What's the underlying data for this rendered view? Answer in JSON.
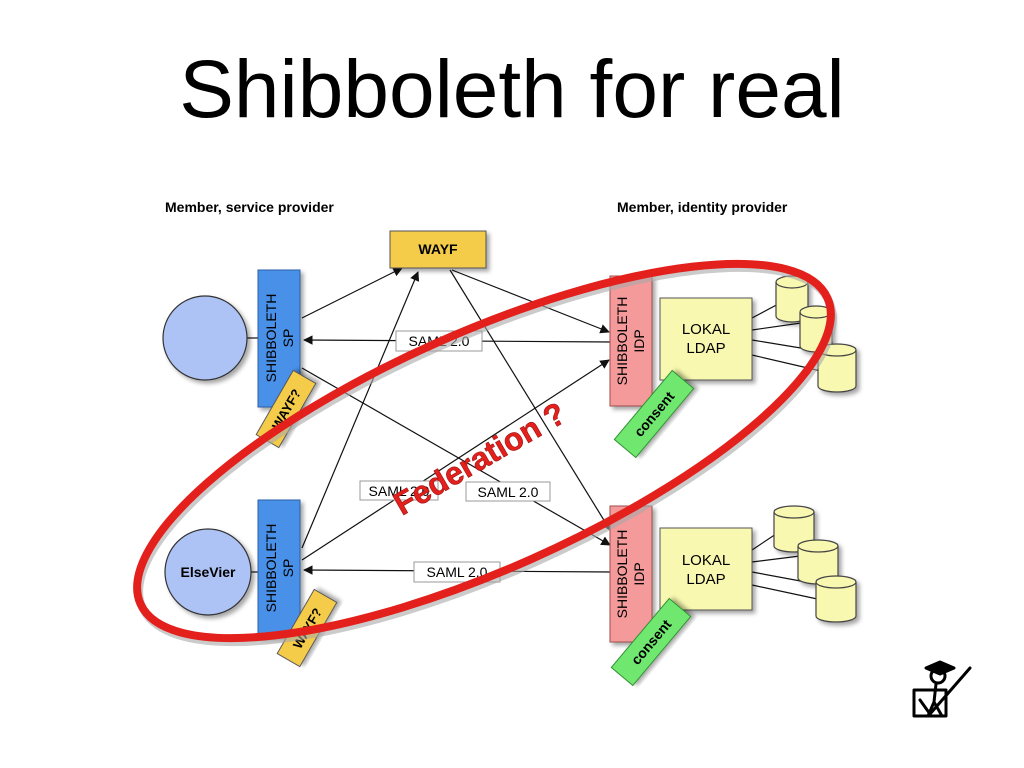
{
  "slide": {
    "title": "Shibboleth for real"
  },
  "diagram": {
    "labels": {
      "sp_side": "Member, service provider",
      "idp_side": "Member, identity provider"
    },
    "wayf": "WAYF",
    "sp_top": {
      "line1": "SHIBBOLETH",
      "line2": "SP",
      "wayf_tag": "WAYF?"
    },
    "sp_bottom": {
      "line1": "SHIBBOLETH",
      "line2": "SP",
      "wayf_tag": "WAYF?",
      "client": "ElseVier"
    },
    "idp_top": {
      "line1": "SHIBBOLETH",
      "line2": "IDP",
      "ldap_line1": "LOKAL",
      "ldap_line2": "LDAP",
      "consent": "consent"
    },
    "idp_bottom": {
      "line1": "SHIBBOLETH",
      "line2": "IDP",
      "ldap_line1": "LOKAL",
      "ldap_line2": "LDAP",
      "consent": "consent"
    },
    "saml": {
      "top": "SAML 2.0",
      "middle_left": "SAML 2.0",
      "middle_right": "SAML 2.0",
      "bottom": "SAML 2.0"
    },
    "federation": "Federation ?",
    "colors": {
      "sp_blue": "#4a90e8",
      "idp_pink": "#f59a9a",
      "wayf_yellow": "#f5cc4a",
      "ldap_yellow": "#f8f8b0",
      "consent_green": "#6fe86f",
      "client_circle": "#aec3f5",
      "federation_red": "#e3201c"
    }
  }
}
